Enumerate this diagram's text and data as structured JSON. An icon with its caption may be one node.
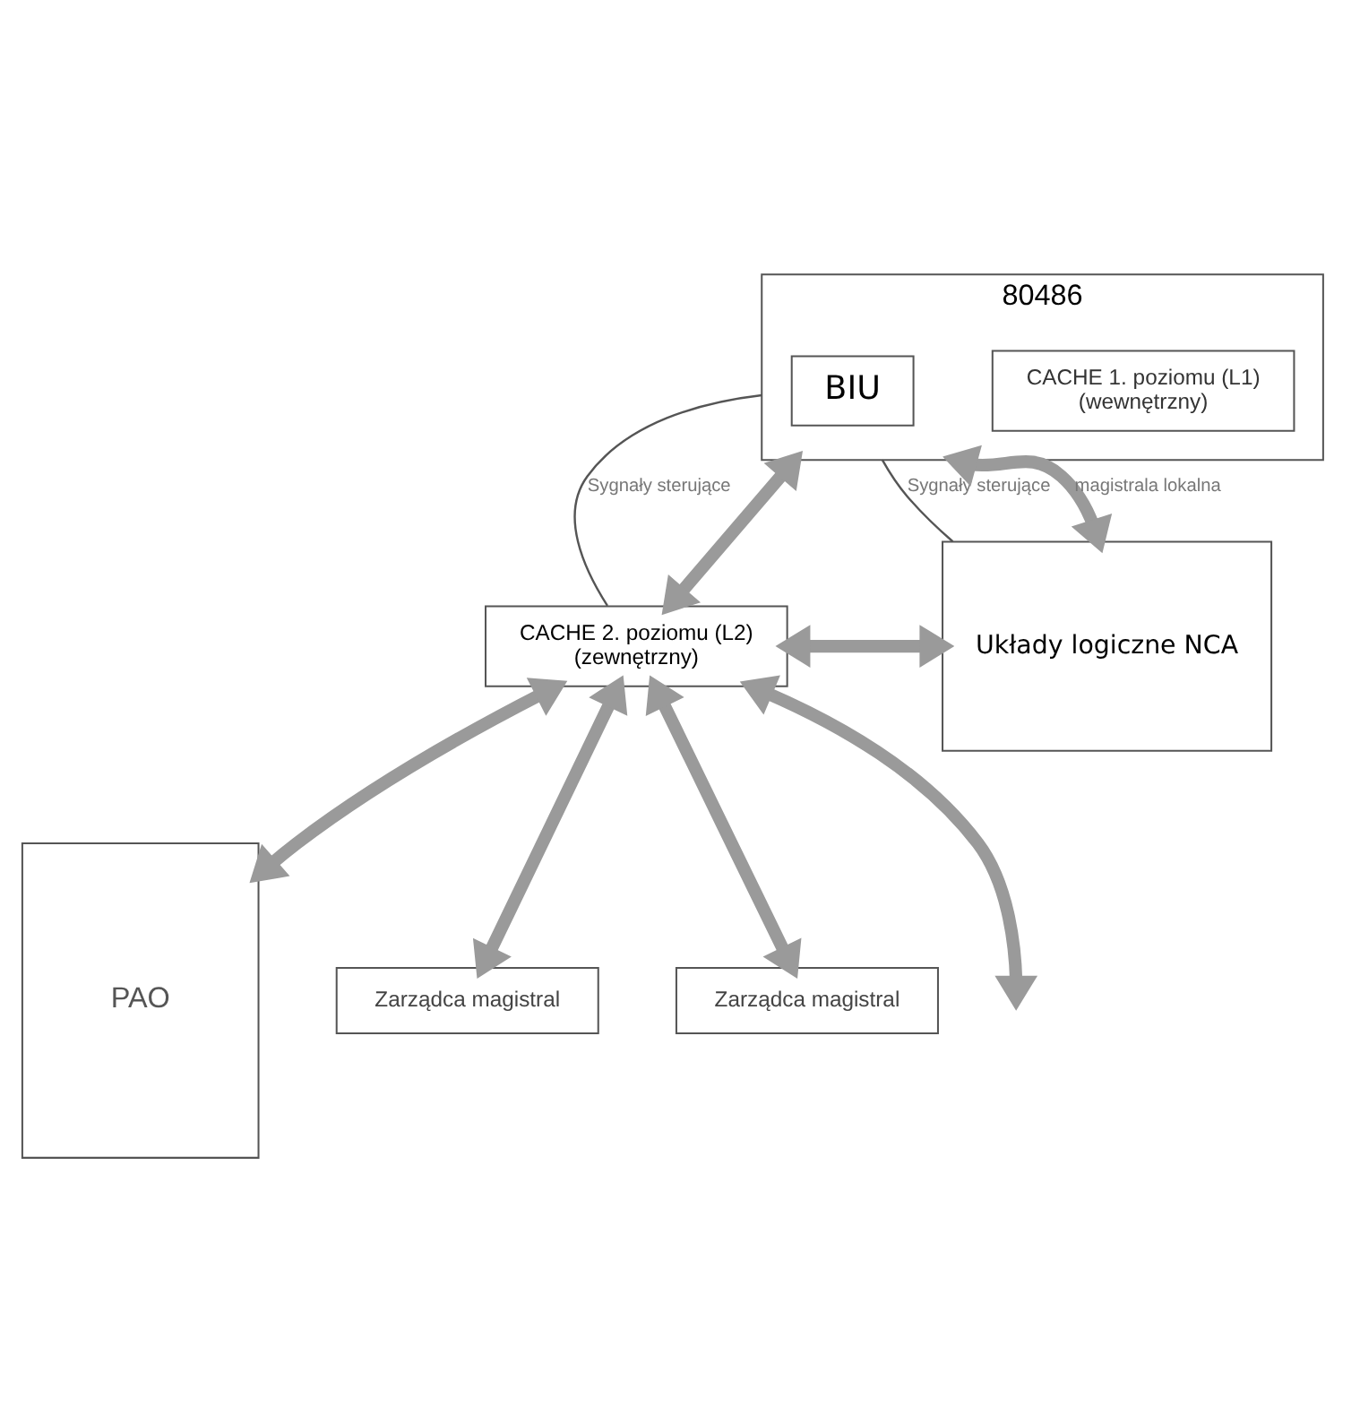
{
  "diagram": {
    "nodes": [
      {
        "text": [
          "80486"
        ]
      },
      {
        "text": [
          "CACHE 1. poziomu (L1)",
          "(wewnętrzny)"
        ],
        "in": 0
      },
      {
        "text": [
          "BIU"
        ],
        "in": 0
      },
      {
        "text": [
          "Układy logiczne NCA"
        ]
      },
      {
        "text": [
          "CACHE 2. poziomu (L2)",
          "(zewnętrzny)"
        ]
      },
      {
        "text": [
          "PAO"
        ]
      },
      {
        "text": [
          "Zarządca magistral"
        ]
      },
      {
        "text": [
          "Zarządca magistral"
        ]
      }
    ],
    "edges": [
      {
        "from": 0,
        "to": 3,
        "arrow": "none",
        "label": "Sygnały sterujące",
        "color": "#555555"
      },
      {
        "from": 0,
        "to": 4,
        "arrow": "none",
        "label": "Sygnały sterujące",
        "color": "#555555"
      },
      {
        "from": 0,
        "to": 4,
        "arrow": "both"
      },
      {
        "from": 0,
        "to": 3,
        "arrow": "both",
        "label": "magistrala lokalna"
      },
      {
        "from": 4,
        "to": 3,
        "arrow": "both"
      },
      {
        "from": 4,
        "to": 6,
        "arrow": "both"
      },
      {
        "from": 4,
        "to": 5,
        "arrow": "both"
      },
      {
        "from": 4,
        "to": 7,
        "arrow": "both"
      },
      {
        "from": 4,
        "to": null,
        "arrow": "both"
      }
    ]
  }
}
